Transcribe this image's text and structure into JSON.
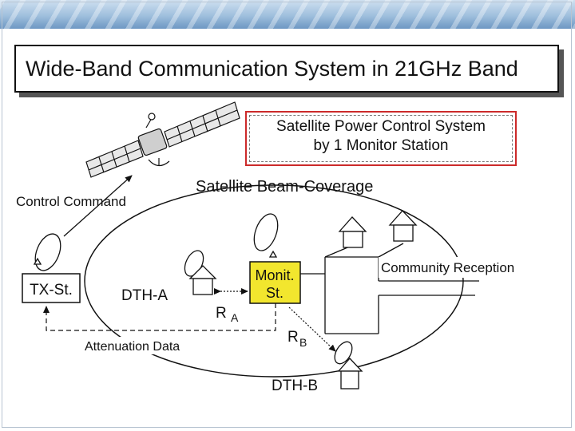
{
  "title": "Wide-Band Communication System in 21GHz Band",
  "callout": {
    "line1": "Satellite Power Control System",
    "line2": "by 1 Monitor Station"
  },
  "labels": {
    "coverage": "Satellite Beam-Coverage",
    "control_command": "Control Command",
    "tx_station": "TX-St.",
    "dth_a": "DTH-A",
    "monitor_line1": "Monit.",
    "monitor_line2": "St.",
    "community": "Community Reception",
    "ra_main": "R",
    "ra_sub": "A",
    "rb_main": "R",
    "rb_sub": "B",
    "attenuation": "Attenuation Data",
    "dth_b": "DTH-B"
  },
  "colors": {
    "monitor_fill": "#f2e62e",
    "callout_border": "#cc2a2a",
    "banner": "#8fb3d9"
  }
}
